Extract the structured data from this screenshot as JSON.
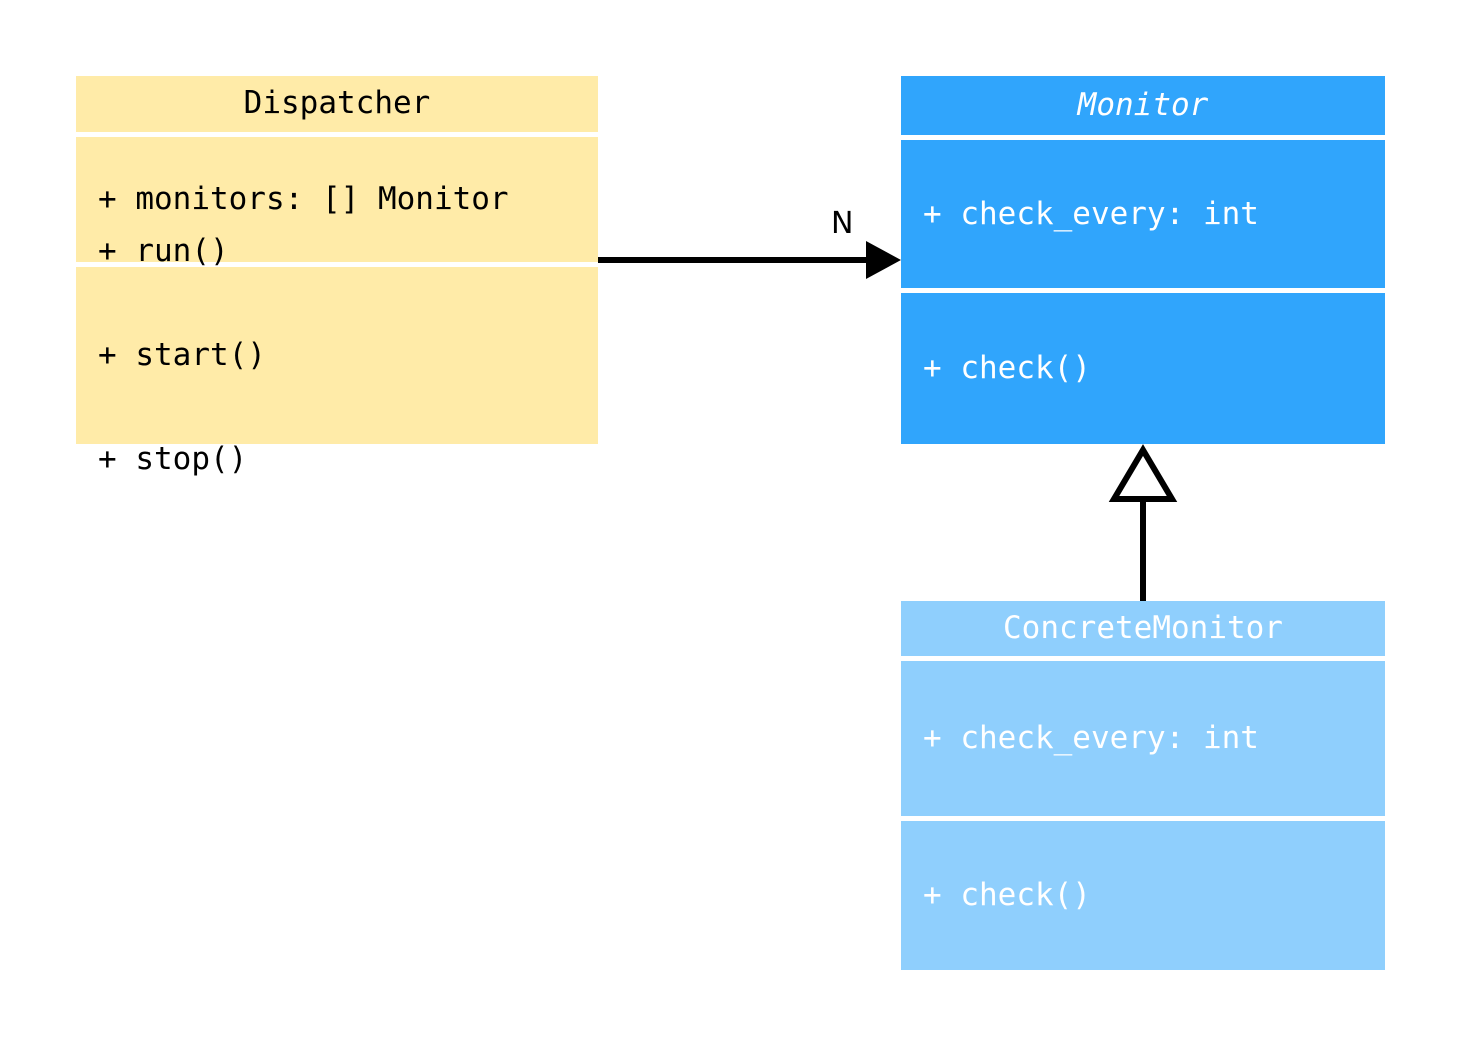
{
  "diagram": {
    "type": "uml-class-diagram",
    "background": "#ffffff",
    "classes": [
      {
        "id": "dispatcher",
        "name": "Dispatcher",
        "abstract": false,
        "fill": "#ffeba8",
        "text_color": "#000000",
        "attributes": [
          "+ monitors: [] Monitor"
        ],
        "methods": [
          "+ run()",
          "+ start()",
          "+ stop()"
        ]
      },
      {
        "id": "monitor",
        "name": "Monitor",
        "abstract": true,
        "fill": "#30a5fc",
        "text_color": "#ffffff",
        "attributes": [
          "+ check_every: int"
        ],
        "methods": [
          "+ check()"
        ]
      },
      {
        "id": "concrete_monitor",
        "name": "ConcreteMonitor",
        "abstract": false,
        "fill": "#8fcffd",
        "text_color": "#ffffff",
        "attributes": [
          "+ check_every: int"
        ],
        "methods": [
          "+ check()"
        ]
      }
    ],
    "relationships": [
      {
        "id": "dispatcher-monitor",
        "kind": "association",
        "from": "Dispatcher",
        "to": "Monitor",
        "arrowhead": "solid-filled",
        "label": "N",
        "line_color": "#000000"
      },
      {
        "id": "concrete-monitor-generalization",
        "kind": "generalization",
        "from": "ConcreteMonitor",
        "to": "Monitor",
        "arrowhead": "hollow-triangle",
        "label": "",
        "line_color": "#000000"
      }
    ]
  }
}
